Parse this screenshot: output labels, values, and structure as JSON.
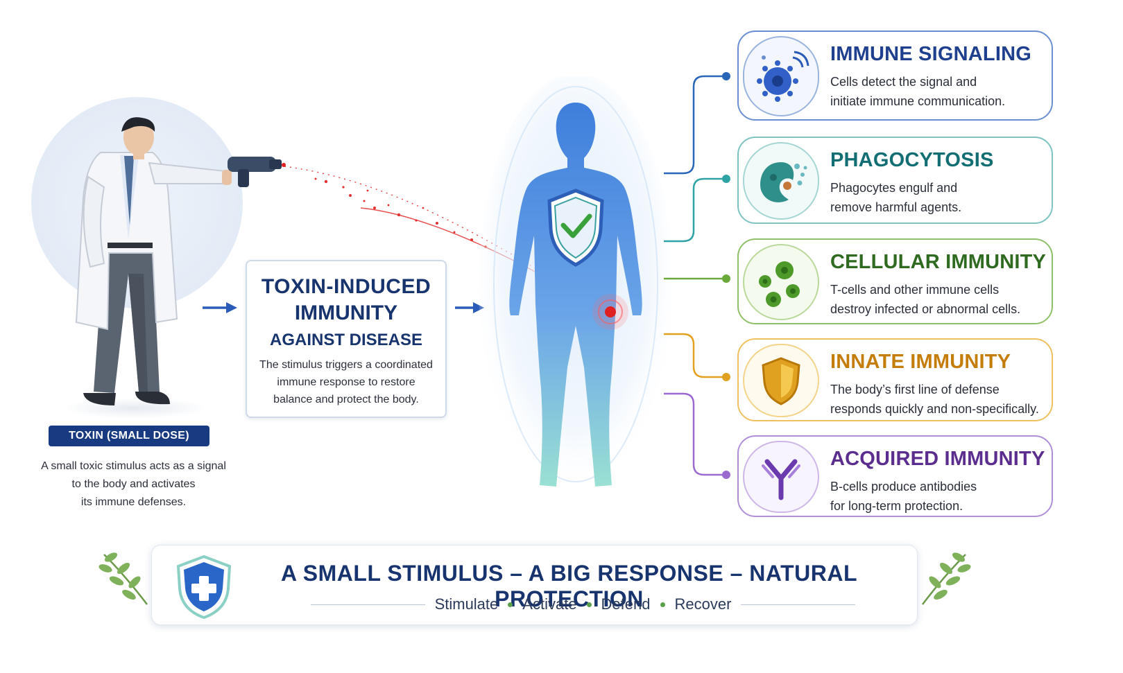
{
  "toxin": {
    "label": "TOXIN (SMALL DOSE)",
    "description": "A small toxic stimulus acts as a signal\nto the body and activates\nits immune defenses."
  },
  "center_box": {
    "title_line1": "TOXIN-INDUCED",
    "title_line2": "IMMUNITY",
    "title_line3": "AGAINST DISEASE",
    "description": "The stimulus triggers a coordinated\nimmune response to restore\nbalance and protect the body."
  },
  "cards": [
    {
      "title": "IMMUNE SIGNALING",
      "description": "Cells detect the signal and\ninitiate immune communication.",
      "color": "#1f3f8f",
      "border": "#6a8fd0",
      "icon": "signaling-cell-icon"
    },
    {
      "title": "PHAGOCYTOSIS",
      "description": "Phagocytes engulf and\nremove harmful agents.",
      "color": "#136e73",
      "border": "#7ec2c2",
      "icon": "phagocyte-icon"
    },
    {
      "title": "CELLULAR IMMUNITY",
      "description": "T-cells and other immune cells\ndestroy infected or abnormal cells.",
      "color": "#2e6a1f",
      "border": "#8fc069",
      "icon": "t-cells-icon"
    },
    {
      "title": "INNATE IMMUNITY",
      "description": "The body’s first line of defense\nresponds quickly and non-specifically.",
      "color": "#c57d0a",
      "border": "#f0c060",
      "icon": "golden-shield-icon"
    },
    {
      "title": "ACQUIRED IMMUNITY",
      "description": "B-cells produce antibodies\nfor long-term protection.",
      "color": "#5b2d8e",
      "border": "#b08fd8",
      "icon": "antibody-icon"
    }
  ],
  "banner": {
    "title": "A SMALL  STIMULUS – A BIG RESPONSE – NATURAL PROTECTION",
    "steps": [
      "Stimulate",
      "Activate",
      "Defend",
      "Recover"
    ]
  },
  "colors": {
    "navy": "#18346f",
    "laser": "#e02020",
    "body_blue": "#4a8fe0",
    "body_teal": "#7fd6c8"
  }
}
